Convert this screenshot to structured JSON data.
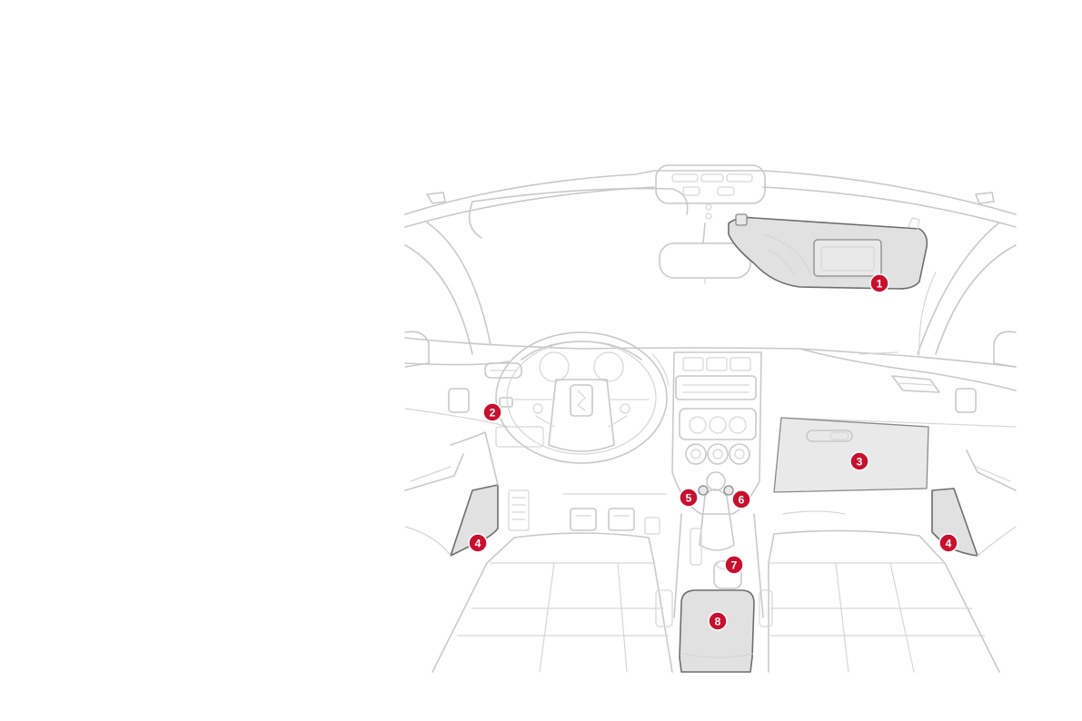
{
  "diagram": {
    "colors": {
      "callout": "#c8102e",
      "callout_text": "#ffffff",
      "line_art": "#c9c9c9",
      "highlight_fill": "#e1e1e1",
      "highlight_stroke": "#6e6e6e"
    },
    "callouts": [
      {
        "label": "1"
      },
      {
        "label": "2"
      },
      {
        "label": "3"
      },
      {
        "label": "4"
      },
      {
        "label": "4"
      },
      {
        "label": "5"
      },
      {
        "label": "6"
      },
      {
        "label": "7"
      },
      {
        "label": "8"
      }
    ]
  }
}
